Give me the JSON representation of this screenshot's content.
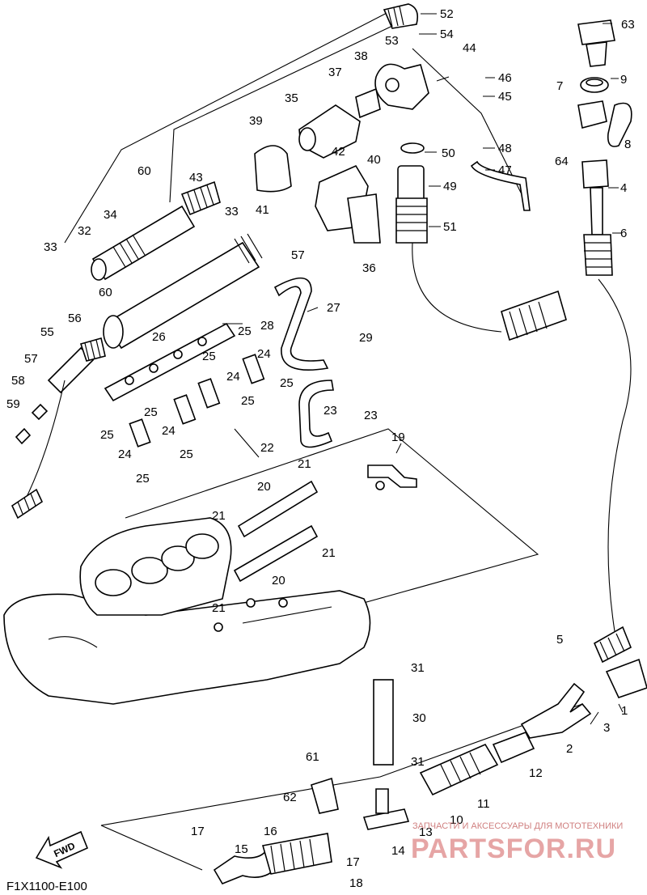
{
  "diagram_code": "F1X1100-E100",
  "fwd_label": "FWD",
  "watermark": {
    "tagline": "ЗАПЧАСТИ И АКСЕССУАРЫ ДЛЯ МОТОТЕХНИКИ",
    "brand": "PARTSFOR.RU"
  },
  "callouts": [
    "1",
    "2",
    "3",
    "4",
    "5",
    "6",
    "7",
    "8",
    "9",
    "10",
    "11",
    "12",
    "13",
    "14",
    "15",
    "16",
    "17",
    "17",
    "18",
    "19",
    "20",
    "20",
    "21",
    "21",
    "21",
    "21",
    "22",
    "23",
    "23",
    "24",
    "24",
    "24",
    "24",
    "25",
    "25",
    "25",
    "25",
    "25",
    "25",
    "25",
    "25",
    "26",
    "27",
    "28",
    "29",
    "30",
    "31",
    "31",
    "32",
    "33",
    "33",
    "34",
    "35",
    "36",
    "37",
    "38",
    "39",
    "40",
    "41",
    "42",
    "43",
    "44",
    "45",
    "46",
    "47",
    "48",
    "49",
    "50",
    "51",
    "52",
    "53",
    "54",
    "55",
    "56",
    "57",
    "57",
    "58",
    "59",
    "60",
    "60",
    "61",
    "62",
    "63",
    "64"
  ],
  "colors": {
    "line": "#000000",
    "watermark": "#e6a5a5"
  }
}
